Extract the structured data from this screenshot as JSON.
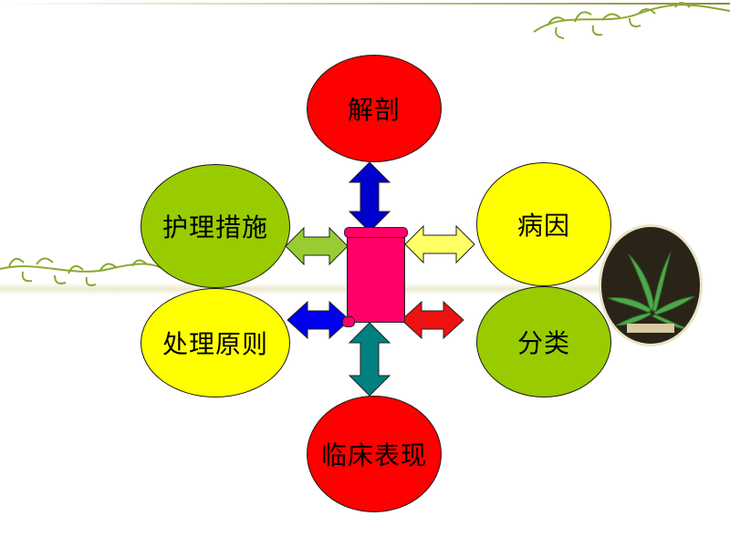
{
  "nodes": {
    "top": {
      "label": "解剖",
      "color": "#ff0000"
    },
    "left_upper": {
      "label": "护理措施",
      "color": "#99cc00"
    },
    "right_upper": {
      "label": "病因",
      "color": "#ffff00"
    },
    "left_lower": {
      "label": "处理原则",
      "color": "#ffff00"
    },
    "right_lower": {
      "label": "分类",
      "color": "#99cc00"
    },
    "bottom": {
      "label": "临床表现",
      "color": "#ff0000"
    }
  },
  "center": {
    "color": "#ff0066"
  },
  "arrows": {
    "top": {
      "color": "#0000cc"
    },
    "left_upper": {
      "color": "#99cc33"
    },
    "right_upper": {
      "color": "#ffff66"
    },
    "left_lower": {
      "color": "#0000ee"
    },
    "right_lower": {
      "color": "#ee1111"
    },
    "bottom": {
      "color": "#008080"
    }
  },
  "decor": {
    "vine_color": "#8aa830",
    "plant_color": "#4fa84a",
    "plant_frame_color": "#2a2418"
  }
}
